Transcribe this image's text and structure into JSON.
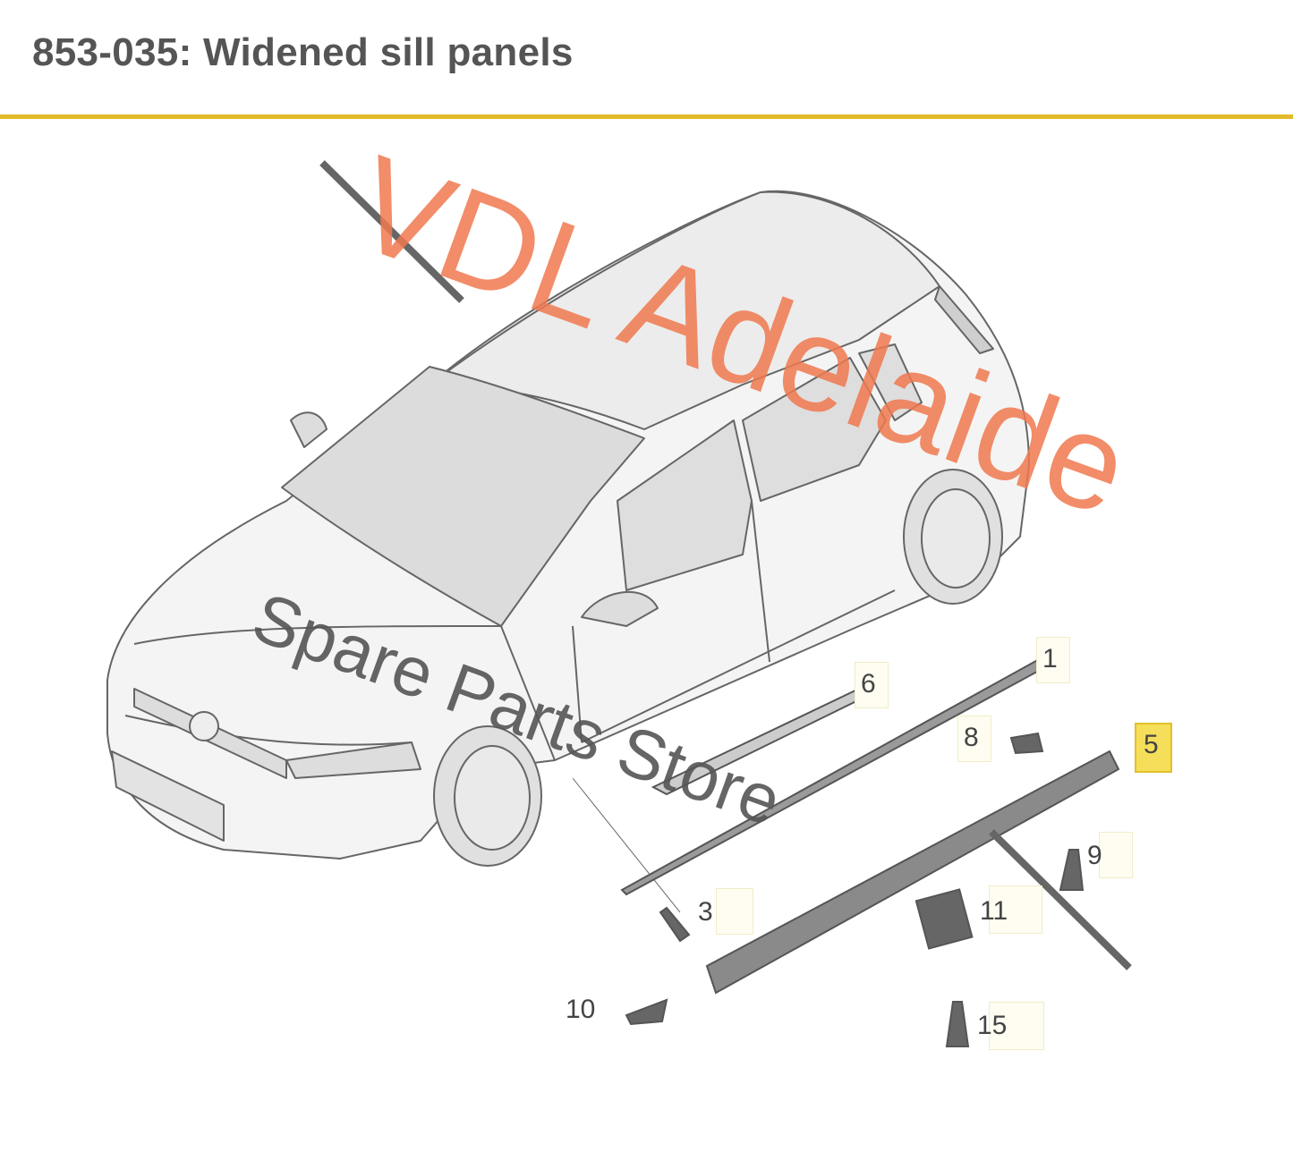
{
  "header": {
    "title": "853-035: Widened sill panels"
  },
  "accent_color": "#e2b92a",
  "callouts": [
    {
      "label": "1"
    },
    {
      "label": "6"
    },
    {
      "label": "8"
    },
    {
      "label": "5",
      "highlighted": true
    },
    {
      "label": "9"
    },
    {
      "label": "3"
    },
    {
      "label": "11"
    },
    {
      "label": "10"
    },
    {
      "label": "15"
    }
  ],
  "watermark": {
    "line1": "VDL Adelaide",
    "line2": "Spare Parts Store"
  }
}
